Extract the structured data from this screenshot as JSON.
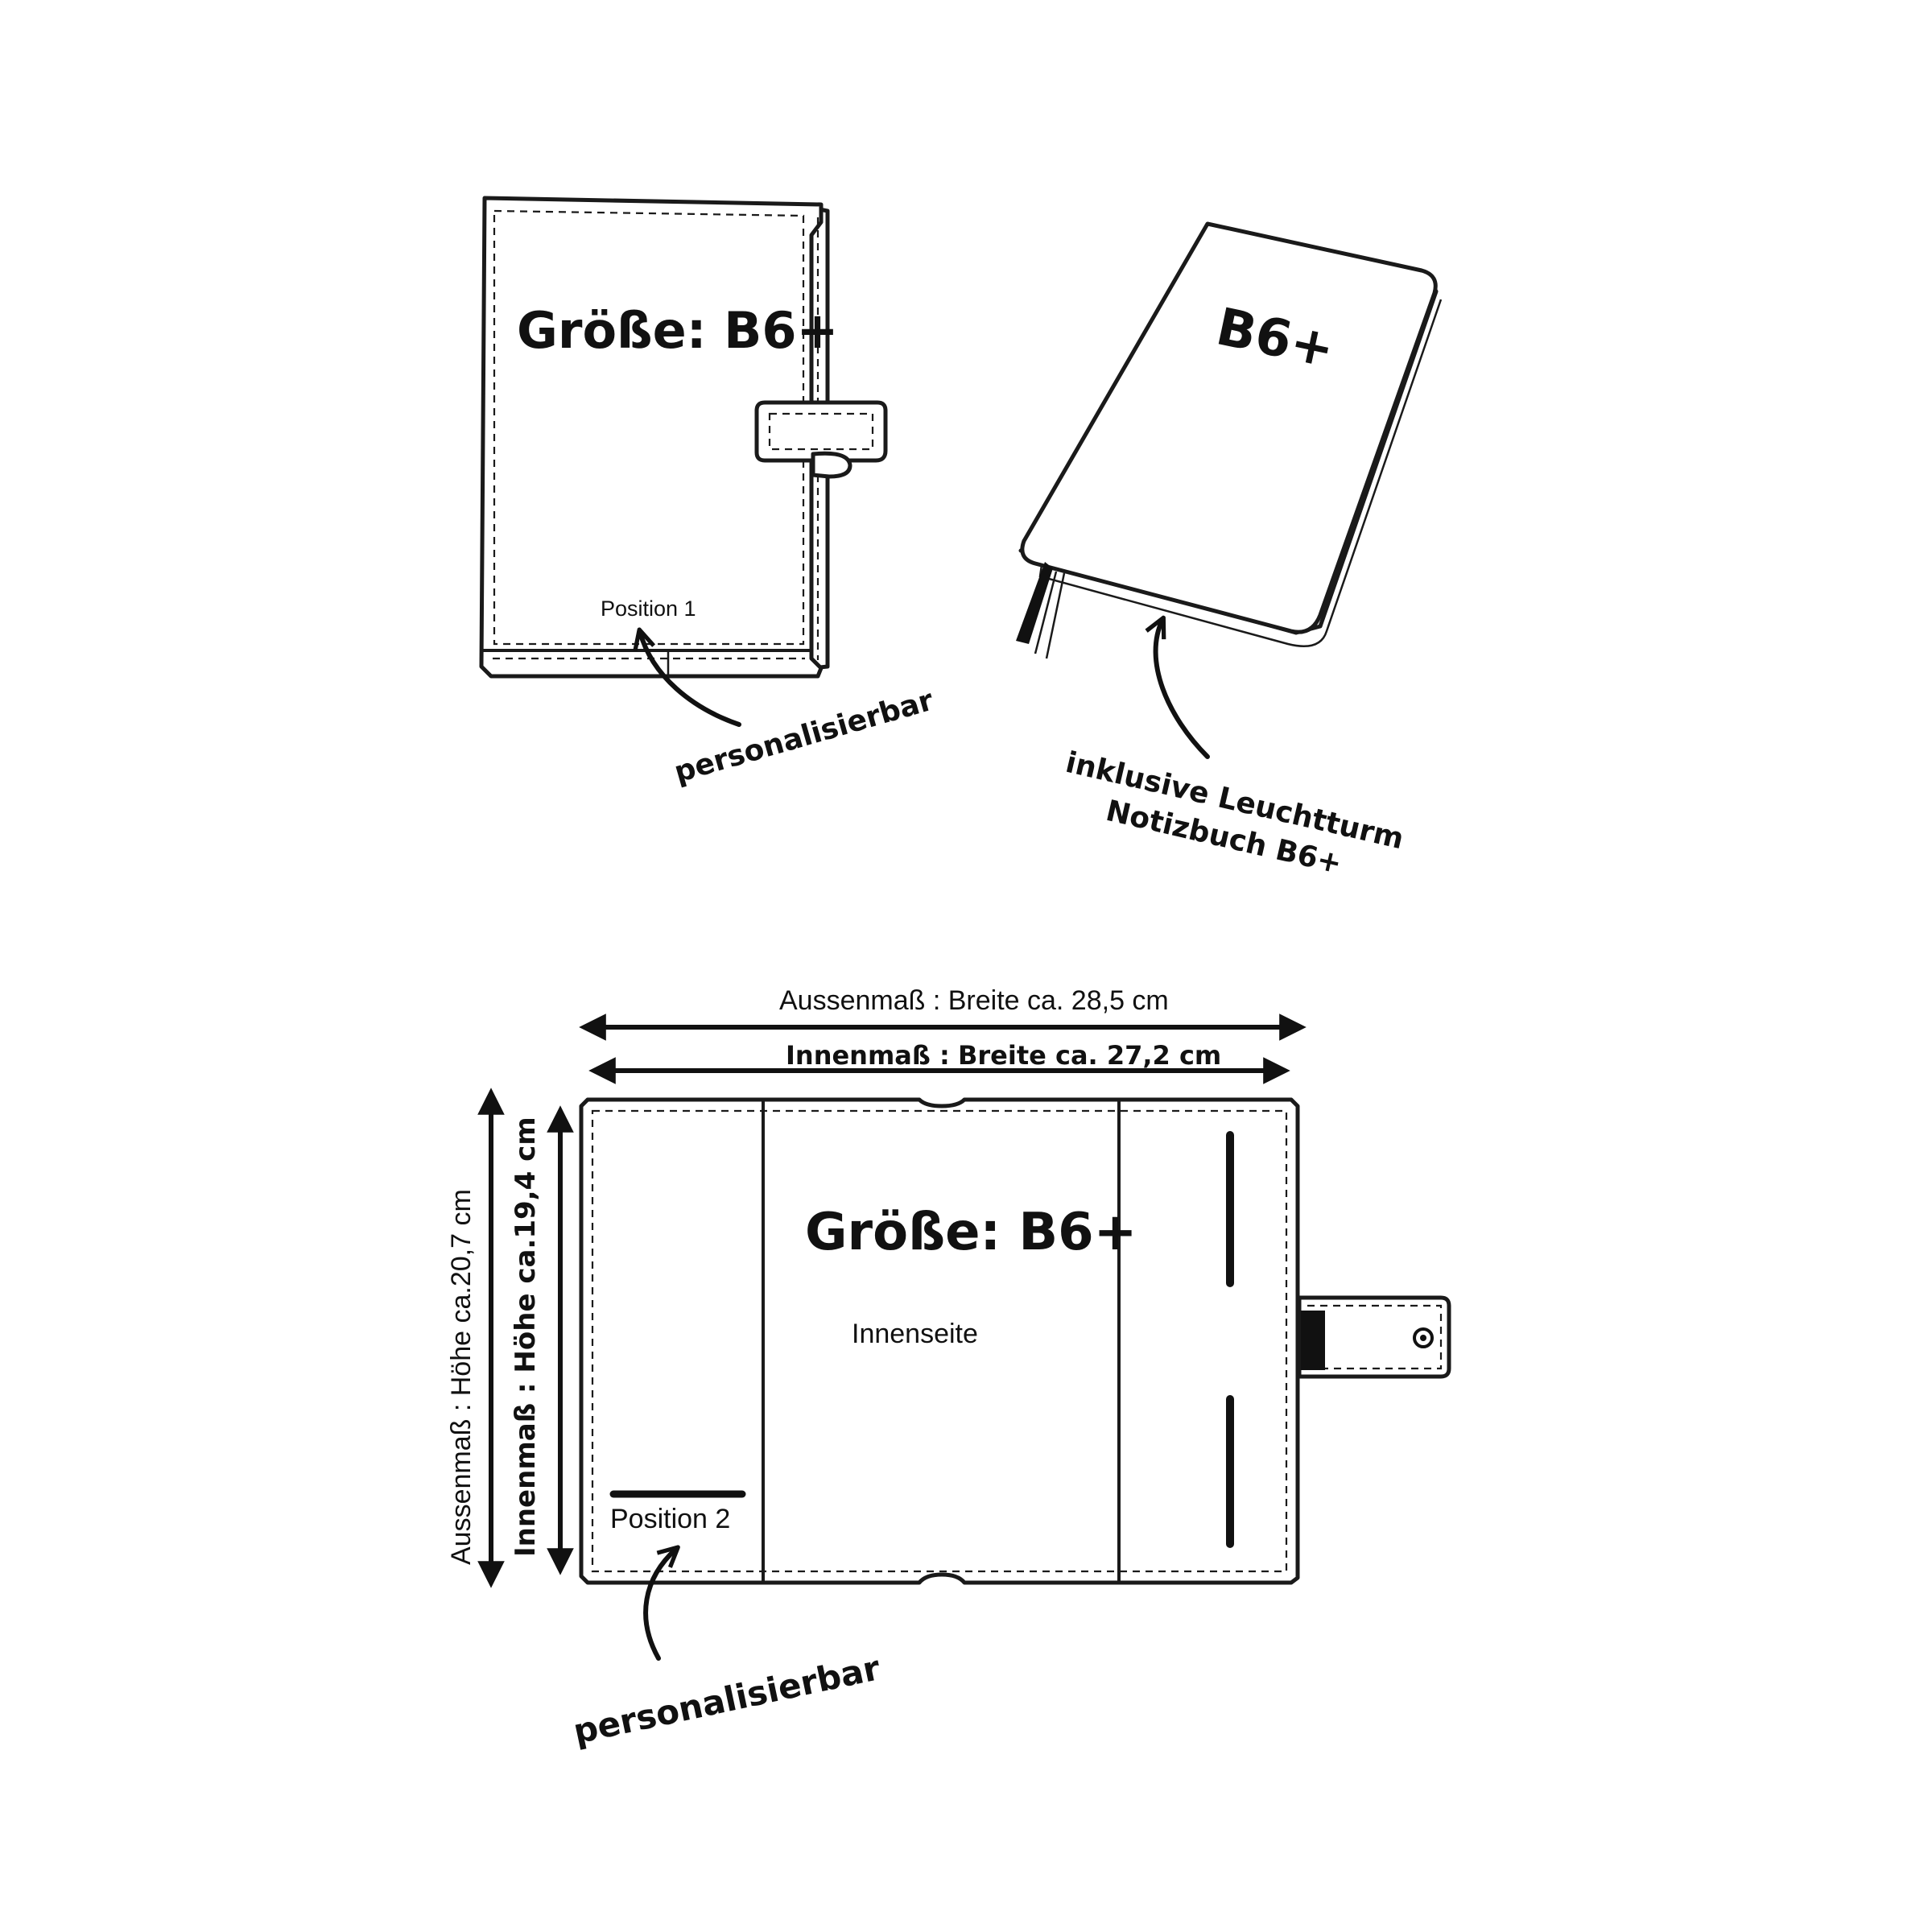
{
  "top_left_cover": {
    "size_label": "Größe: B6+",
    "position_label": "Position 1",
    "callout": "personalisierbar"
  },
  "top_right_notebook": {
    "size_label": "B6+",
    "callout_line1": "inklusive Leuchtturm",
    "callout_line2": "Notizbuch B6+"
  },
  "open_cover": {
    "outer_width": "Aussenmaß : Breite ca. 28,5 cm",
    "inner_width_label": "Innenmaß :",
    "inner_width_value": "Breite ca. 27,2 cm",
    "outer_height": "Aussenmaß : Höhe ca.20,7 cm",
    "inner_height": "Innenmaß : Höhe ca.19,4 cm",
    "size_label": "Größe: B6+",
    "inner_side_label": "Innenseite",
    "position_label": "Position 2",
    "callout": "personalisierbar"
  }
}
